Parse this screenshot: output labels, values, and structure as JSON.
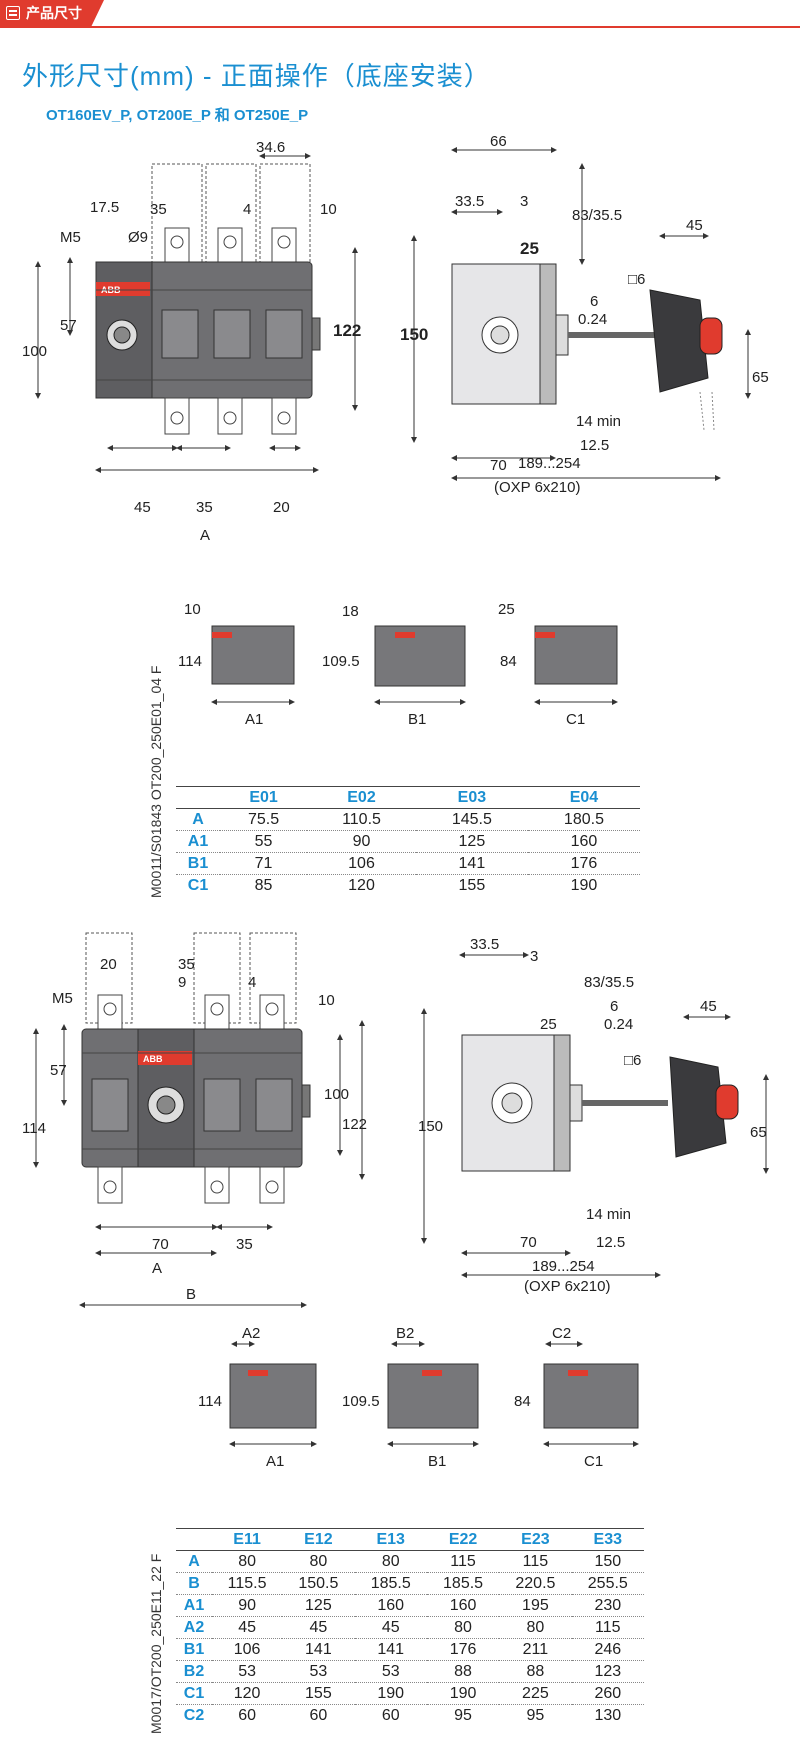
{
  "header": {
    "tag_label": "产品尺寸"
  },
  "title": "外形尺寸(mm) - 正面操作（底座安装）",
  "subtitle": "OT160EV_P, OT200E_P 和 OT250E_P",
  "colors": {
    "accent_red": "#e03b2e",
    "accent_blue": "#1a8fd1"
  },
  "drawing1": {
    "front_dims": [
      "34.6",
      "17.5",
      "35",
      "4",
      "10",
      "M5",
      "Ø9",
      "57",
      "100",
      "122",
      "45",
      "35",
      "20",
      "A"
    ],
    "side_dims": [
      "66",
      "33.5",
      "3",
      "83/35.5",
      "25",
      "150",
      "6",
      "0.24",
      "14 min",
      "12.5",
      "70",
      "189...254",
      "(OXP 6x210)",
      "45",
      "□6",
      "65"
    ],
    "logo": "ABB"
  },
  "variants1": {
    "dims": [
      "10",
      "114",
      "A1",
      "18",
      "109.5",
      "B1",
      "25",
      "84",
      "C1"
    ]
  },
  "table1": {
    "code": "M0011/S01843 OT200_250E01_04 F",
    "columns": [
      "",
      "E01",
      "E02",
      "E03",
      "E04"
    ],
    "rows": [
      {
        "label": "A",
        "values": [
          "75.5",
          "110.5",
          "145.5",
          "180.5"
        ]
      },
      {
        "label": "A1",
        "values": [
          "55",
          "90",
          "125",
          "160"
        ]
      },
      {
        "label": "B1",
        "values": [
          "71",
          "106",
          "141",
          "176"
        ]
      },
      {
        "label": "C1",
        "values": [
          "85",
          "120",
          "155",
          "190"
        ]
      }
    ]
  },
  "drawing2": {
    "front_dims": [
      "20",
      "35",
      "9",
      "4",
      "10",
      "M5",
      "57",
      "114",
      "100",
      "122",
      "70",
      "35",
      "A",
      "B"
    ],
    "side_dims": [
      "33.5",
      "3",
      "83/35.5",
      "25",
      "6",
      "0.24",
      "150",
      "□6",
      "45",
      "65",
      "14 min",
      "70",
      "12.5",
      "189...254",
      "(OXP 6x210)"
    ],
    "logo": "ABB"
  },
  "variants2": {
    "dims": [
      "A2",
      "114",
      "A1",
      "B2",
      "109.5",
      "B1",
      "C2",
      "84",
      "C1"
    ]
  },
  "table2": {
    "code": "M0017/OT200_250E11_22 F",
    "columns": [
      "",
      "E11",
      "E12",
      "E13",
      "E22",
      "E23",
      "E33"
    ],
    "rows": [
      {
        "label": "A",
        "values": [
          "80",
          "80",
          "80",
          "115",
          "115",
          "150"
        ]
      },
      {
        "label": "B",
        "values": [
          "115.5",
          "150.5",
          "185.5",
          "185.5",
          "220.5",
          "255.5"
        ]
      },
      {
        "label": "A1",
        "values": [
          "90",
          "125",
          "160",
          "160",
          "195",
          "230"
        ]
      },
      {
        "label": "A2",
        "values": [
          "45",
          "45",
          "45",
          "80",
          "80",
          "115"
        ]
      },
      {
        "label": "B1",
        "values": [
          "106",
          "141",
          "141",
          "176",
          "211",
          "246"
        ]
      },
      {
        "label": "B2",
        "values": [
          "53",
          "53",
          "53",
          "88",
          "88",
          "123"
        ]
      },
      {
        "label": "C1",
        "values": [
          "120",
          "155",
          "190",
          "190",
          "225",
          "260"
        ]
      },
      {
        "label": "C2",
        "values": [
          "60",
          "60",
          "60",
          "95",
          "95",
          "130"
        ]
      }
    ]
  }
}
